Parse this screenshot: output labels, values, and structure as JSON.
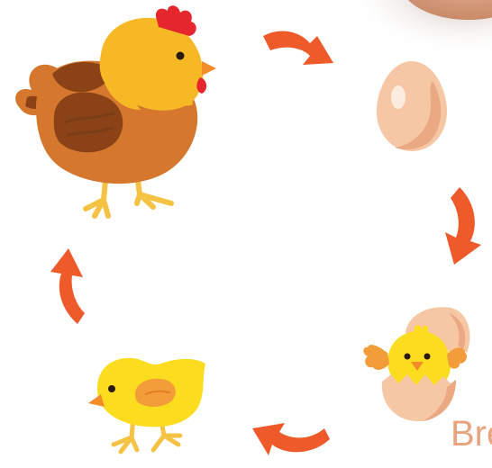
{
  "caption": {
    "text": "Bre",
    "color": "#e8a47e"
  },
  "colors": {
    "arrow": "#ef5a2a",
    "hen_body": "#d5782e",
    "hen_head": "#f7b825",
    "comb": "#e5262c",
    "egg": "#f6c7a4",
    "chick": "#fbdc1e",
    "chick_wing": "#f39c3a",
    "beak": "#f28c28",
    "legs": "#f5c244"
  },
  "stages": [
    {
      "id": "hen",
      "icon": "hen-icon"
    },
    {
      "id": "egg",
      "icon": "egg-icon"
    },
    {
      "id": "hatching",
      "icon": "hatching-chick-icon"
    },
    {
      "id": "chick",
      "icon": "chick-icon"
    }
  ],
  "arrows": [
    {
      "from": "hen",
      "to": "egg",
      "icon": "curved-arrow-right-icon"
    },
    {
      "from": "egg",
      "to": "hatching",
      "icon": "curved-arrow-down-icon"
    },
    {
      "from": "hatching",
      "to": "chick",
      "icon": "curved-arrow-left-icon"
    },
    {
      "from": "chick",
      "to": "hen",
      "icon": "curved-arrow-up-icon"
    }
  ]
}
